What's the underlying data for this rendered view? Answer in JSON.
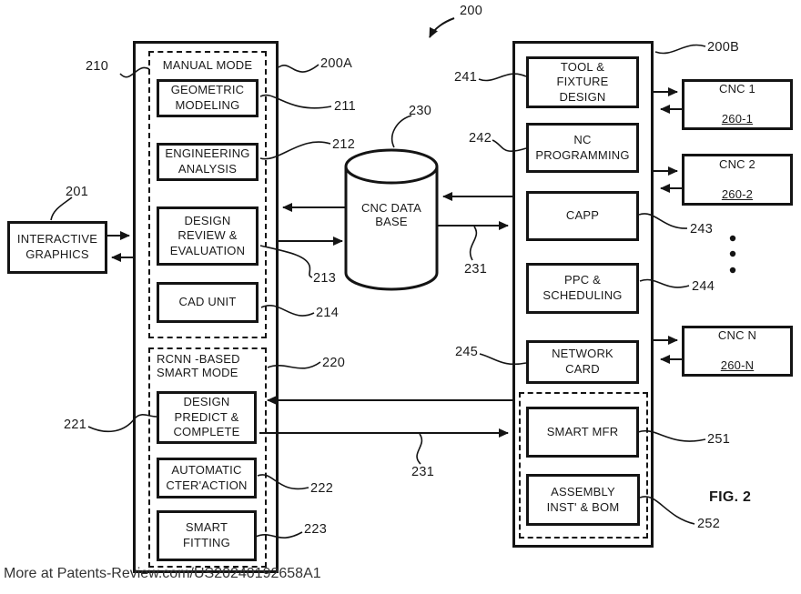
{
  "figure": {
    "ref_overall": "200",
    "caption": "FIG. 2",
    "watermark": "More at Patents-Review.com/US20240192658A1"
  },
  "left_system": {
    "ref": "210",
    "group_ref": "200A",
    "interactive_graphics": {
      "label": "INTERACTIVE\nGRAPHICS",
      "ref": "201"
    },
    "manual_mode": {
      "title": "MANUAL MODE",
      "boxes": [
        {
          "label": "GEOMETRIC\nMODELING",
          "ref": "211"
        },
        {
          "label": "ENGINEERING\nANALYSIS",
          "ref": "212"
        },
        {
          "label": "DESIGN\nREVIEW &\nEVALUATION",
          "ref": "213"
        },
        {
          "label": "CAD UNIT",
          "ref": "214"
        }
      ]
    },
    "smart_mode": {
      "title": "RCNN -BASED\nSMART MODE",
      "ref": "220",
      "boxes": [
        {
          "label": "DESIGN\nPREDICT &\nCOMPLETE",
          "ref": "221"
        },
        {
          "label": "AUTOMATIC\nCTER'ACTION",
          "ref": "222"
        },
        {
          "label": "SMART\nFITTING",
          "ref": "223"
        }
      ]
    }
  },
  "database": {
    "label": "CNC DATA\nBASE",
    "ref": "230",
    "bus_ref_right": "231",
    "bus_ref_bottom": "231"
  },
  "right_system": {
    "group_ref": "200B",
    "boxes": [
      {
        "label": "TOOL &\nFIXTURE\nDESIGN",
        "ref": "241"
      },
      {
        "label": "NC\nPROGRAMMING",
        "ref": "242"
      },
      {
        "label": "CAPP",
        "ref": "243"
      },
      {
        "label": "PPC &\nSCHEDULING",
        "ref": "244"
      },
      {
        "label": "NETWORK\nCARD",
        "ref": "245"
      }
    ],
    "smart_group": {
      "boxes": [
        {
          "label": "SMART MFR",
          "ref": "251"
        },
        {
          "label": "ASSEMBLY\nINST' & BOM",
          "ref": "252"
        }
      ]
    }
  },
  "cnc_units": [
    {
      "name": "CNC 1",
      "ref": "260-1"
    },
    {
      "name": "CNC 2",
      "ref": "260-2"
    },
    {
      "name": "CNC N",
      "ref": "260-N"
    }
  ],
  "colors": {
    "line": "#141414",
    "background": "#ffffff",
    "watermark": "#333333"
  }
}
